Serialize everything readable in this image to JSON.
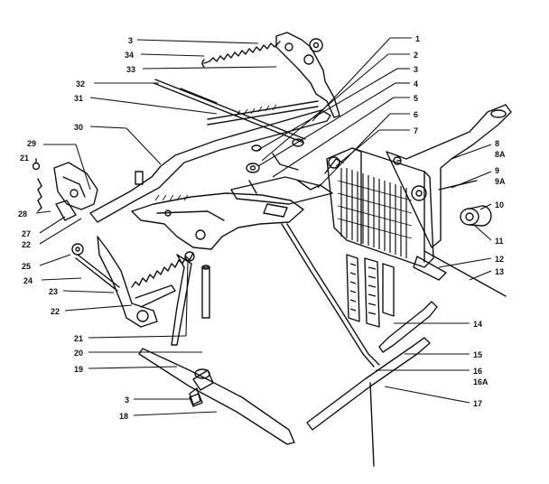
{
  "diagram": {
    "callouts": [
      {
        "id": "c3a",
        "text": "3"
      },
      {
        "id": "c34",
        "text": "34"
      },
      {
        "id": "c33",
        "text": "33"
      },
      {
        "id": "c32",
        "text": "32"
      },
      {
        "id": "c31",
        "text": "31"
      },
      {
        "id": "c30",
        "text": "30"
      },
      {
        "id": "c29",
        "text": "29"
      },
      {
        "id": "c21a",
        "text": "21"
      },
      {
        "id": "c28",
        "text": "28"
      },
      {
        "id": "c27",
        "text": "27"
      },
      {
        "id": "c22a",
        "text": "22"
      },
      {
        "id": "c25",
        "text": "25"
      },
      {
        "id": "c24",
        "text": "24"
      },
      {
        "id": "c23",
        "text": "23"
      },
      {
        "id": "c22b",
        "text": "22"
      },
      {
        "id": "c21b",
        "text": "21"
      },
      {
        "id": "c20",
        "text": "20"
      },
      {
        "id": "c19",
        "text": "19"
      },
      {
        "id": "c3b",
        "text": "3"
      },
      {
        "id": "c18",
        "text": "18"
      },
      {
        "id": "c1",
        "text": "1"
      },
      {
        "id": "c2",
        "text": "2"
      },
      {
        "id": "c3c",
        "text": "3"
      },
      {
        "id": "c4",
        "text": "4"
      },
      {
        "id": "c5",
        "text": "5"
      },
      {
        "id": "c6",
        "text": "6"
      },
      {
        "id": "c7",
        "text": "7"
      },
      {
        "id": "c8",
        "text": "8"
      },
      {
        "id": "c8a",
        "text": "8A"
      },
      {
        "id": "c9",
        "text": "9"
      },
      {
        "id": "c9a",
        "text": "9A"
      },
      {
        "id": "c10",
        "text": "10"
      },
      {
        "id": "c11",
        "text": "11"
      },
      {
        "id": "c12",
        "text": "12"
      },
      {
        "id": "c13",
        "text": "13"
      },
      {
        "id": "c14",
        "text": "14"
      },
      {
        "id": "c15",
        "text": "15"
      },
      {
        "id": "c16",
        "text": "16"
      },
      {
        "id": "c16a",
        "text": "16A"
      },
      {
        "id": "c17",
        "text": "17"
      }
    ]
  }
}
